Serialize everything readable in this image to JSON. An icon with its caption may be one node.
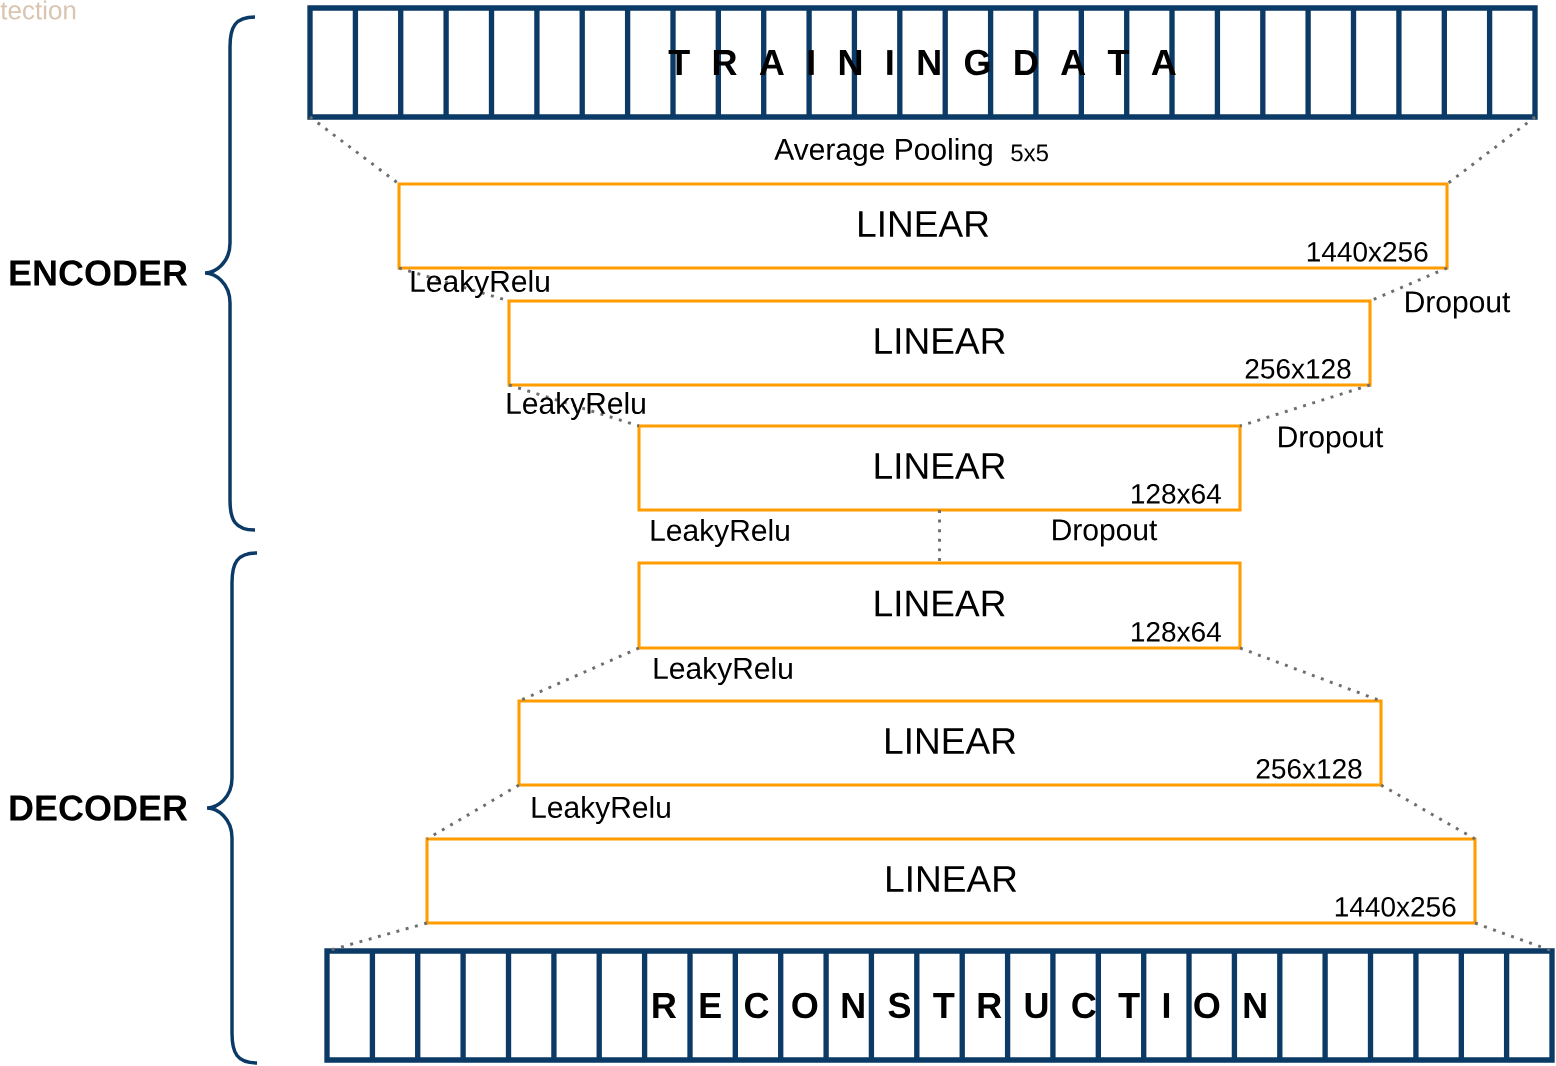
{
  "diagram": {
    "nodes": [
      {
        "text": [
          "T R A I N I N G D A T A"
        ]
      },
      {
        "text": [
          "LINEAR",
          "1440x256"
        ]
      },
      {
        "text": [
          "LINEAR",
          "256x128"
        ]
      },
      {
        "text": [
          "LINEAR",
          "128x64"
        ]
      },
      {
        "text": [
          "LINEAR",
          "128x64"
        ]
      },
      {
        "text": [
          "LINEAR",
          "256x128"
        ]
      },
      {
        "text": [
          "LINEAR",
          "1440x256"
        ]
      },
      {
        "text": [
          "R E C O N S T R U C T I O N"
        ]
      }
    ],
    "edges": [
      {
        "from": 0,
        "to": 1,
        "arrow": "none"
      },
      {
        "from": 0,
        "to": 1,
        "arrow": "none"
      },
      {
        "from": 1,
        "to": 2,
        "arrow": "none"
      },
      {
        "from": 1,
        "to": 2,
        "arrow": "none"
      },
      {
        "from": 2,
        "to": 3,
        "arrow": "none"
      },
      {
        "from": 2,
        "to": 3,
        "arrow": "none"
      },
      {
        "from": 3,
        "to": 4,
        "arrow": "none"
      },
      {
        "from": 4,
        "to": 5,
        "arrow": "none"
      },
      {
        "from": 4,
        "to": 5,
        "arrow": "none"
      },
      {
        "from": 5,
        "to": 6,
        "arrow": "none"
      },
      {
        "from": 5,
        "to": 6,
        "arrow": "none"
      },
      {
        "from": 6,
        "to": 7,
        "arrow": "none"
      },
      {
        "from": 6,
        "to": 7,
        "arrow": "none"
      }
    ],
    "labels": [
      "tection",
      "Average Pooling",
      "5x5",
      "ENCODER",
      "LeakyRelu",
      "Dropout",
      "LeakyRelu",
      "Dropout",
      "LeakyRelu",
      "Dropout",
      "LeakyRelu",
      "DECODER",
      "LeakyRelu"
    ]
  }
}
